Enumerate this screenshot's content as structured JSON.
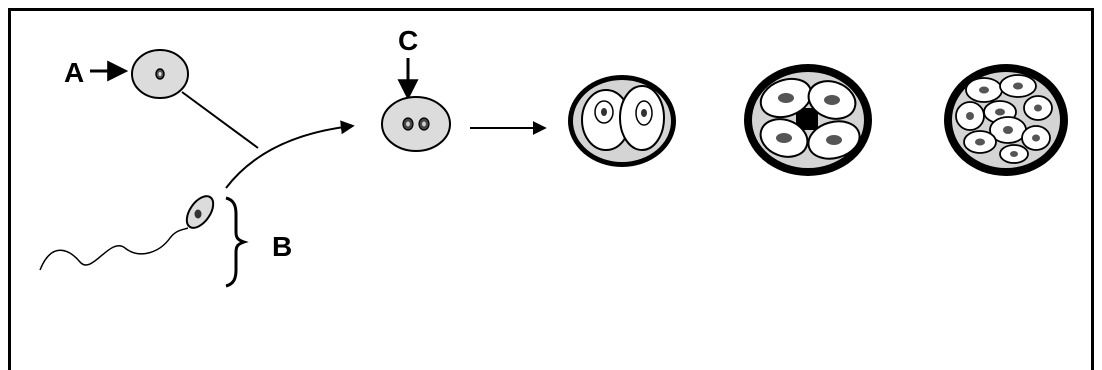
{
  "labels": {
    "a": "A",
    "b": "B",
    "c": "C"
  },
  "colors": {
    "cell_fill": "#dcdcdc",
    "zona": "#000000",
    "blastomere": "#ffffff",
    "ink": "#000000"
  }
}
